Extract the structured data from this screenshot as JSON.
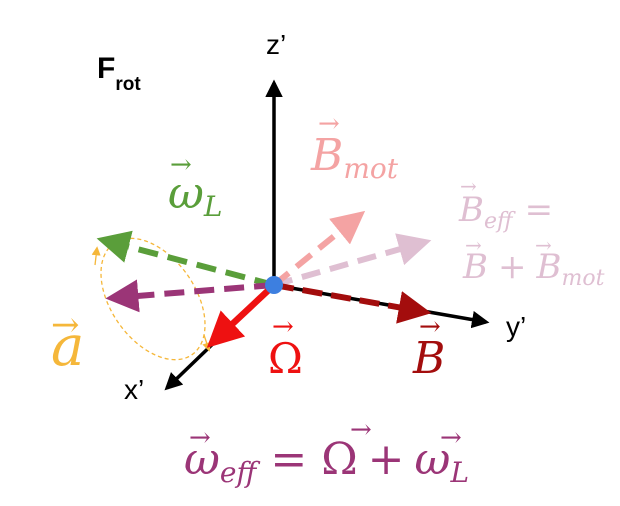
{
  "frame": {
    "main": "F",
    "sub": "rot"
  },
  "axes": {
    "z": "z’",
    "y": "y’",
    "x": "x’"
  },
  "labels": {
    "omega_L": {
      "symbol": "ω",
      "sub": "L"
    },
    "B_mot": {
      "symbol": "B",
      "sub": "mot"
    },
    "B_eff": {
      "symbol": "B",
      "sub": "eff",
      "eq": "=",
      "rhs_b": "B",
      "plus": "+",
      "rhs_bmot": "B",
      "rhs_sub": "mot"
    },
    "a": {
      "symbol": "a"
    },
    "Omega": {
      "symbol": "Ω"
    },
    "B": {
      "symbol": "B"
    },
    "omega_eff": {
      "lhs": "ω",
      "lhs_sub": "eff",
      "eq": "=",
      "omega": "Ω",
      "plus": "+",
      "rhs": "ω",
      "rhs_sub": "L"
    }
  },
  "colors": {
    "axis": "#000000",
    "omega_L": "#5a9e3a",
    "B_mot": "#f4a3a3",
    "B_eff": "#dfbfd2",
    "a": "#f5b73a",
    "Omega": "#ee1111",
    "B": "#a30d0d",
    "omega_eff": "#9b3577",
    "origin": "#3d7fe0"
  }
}
